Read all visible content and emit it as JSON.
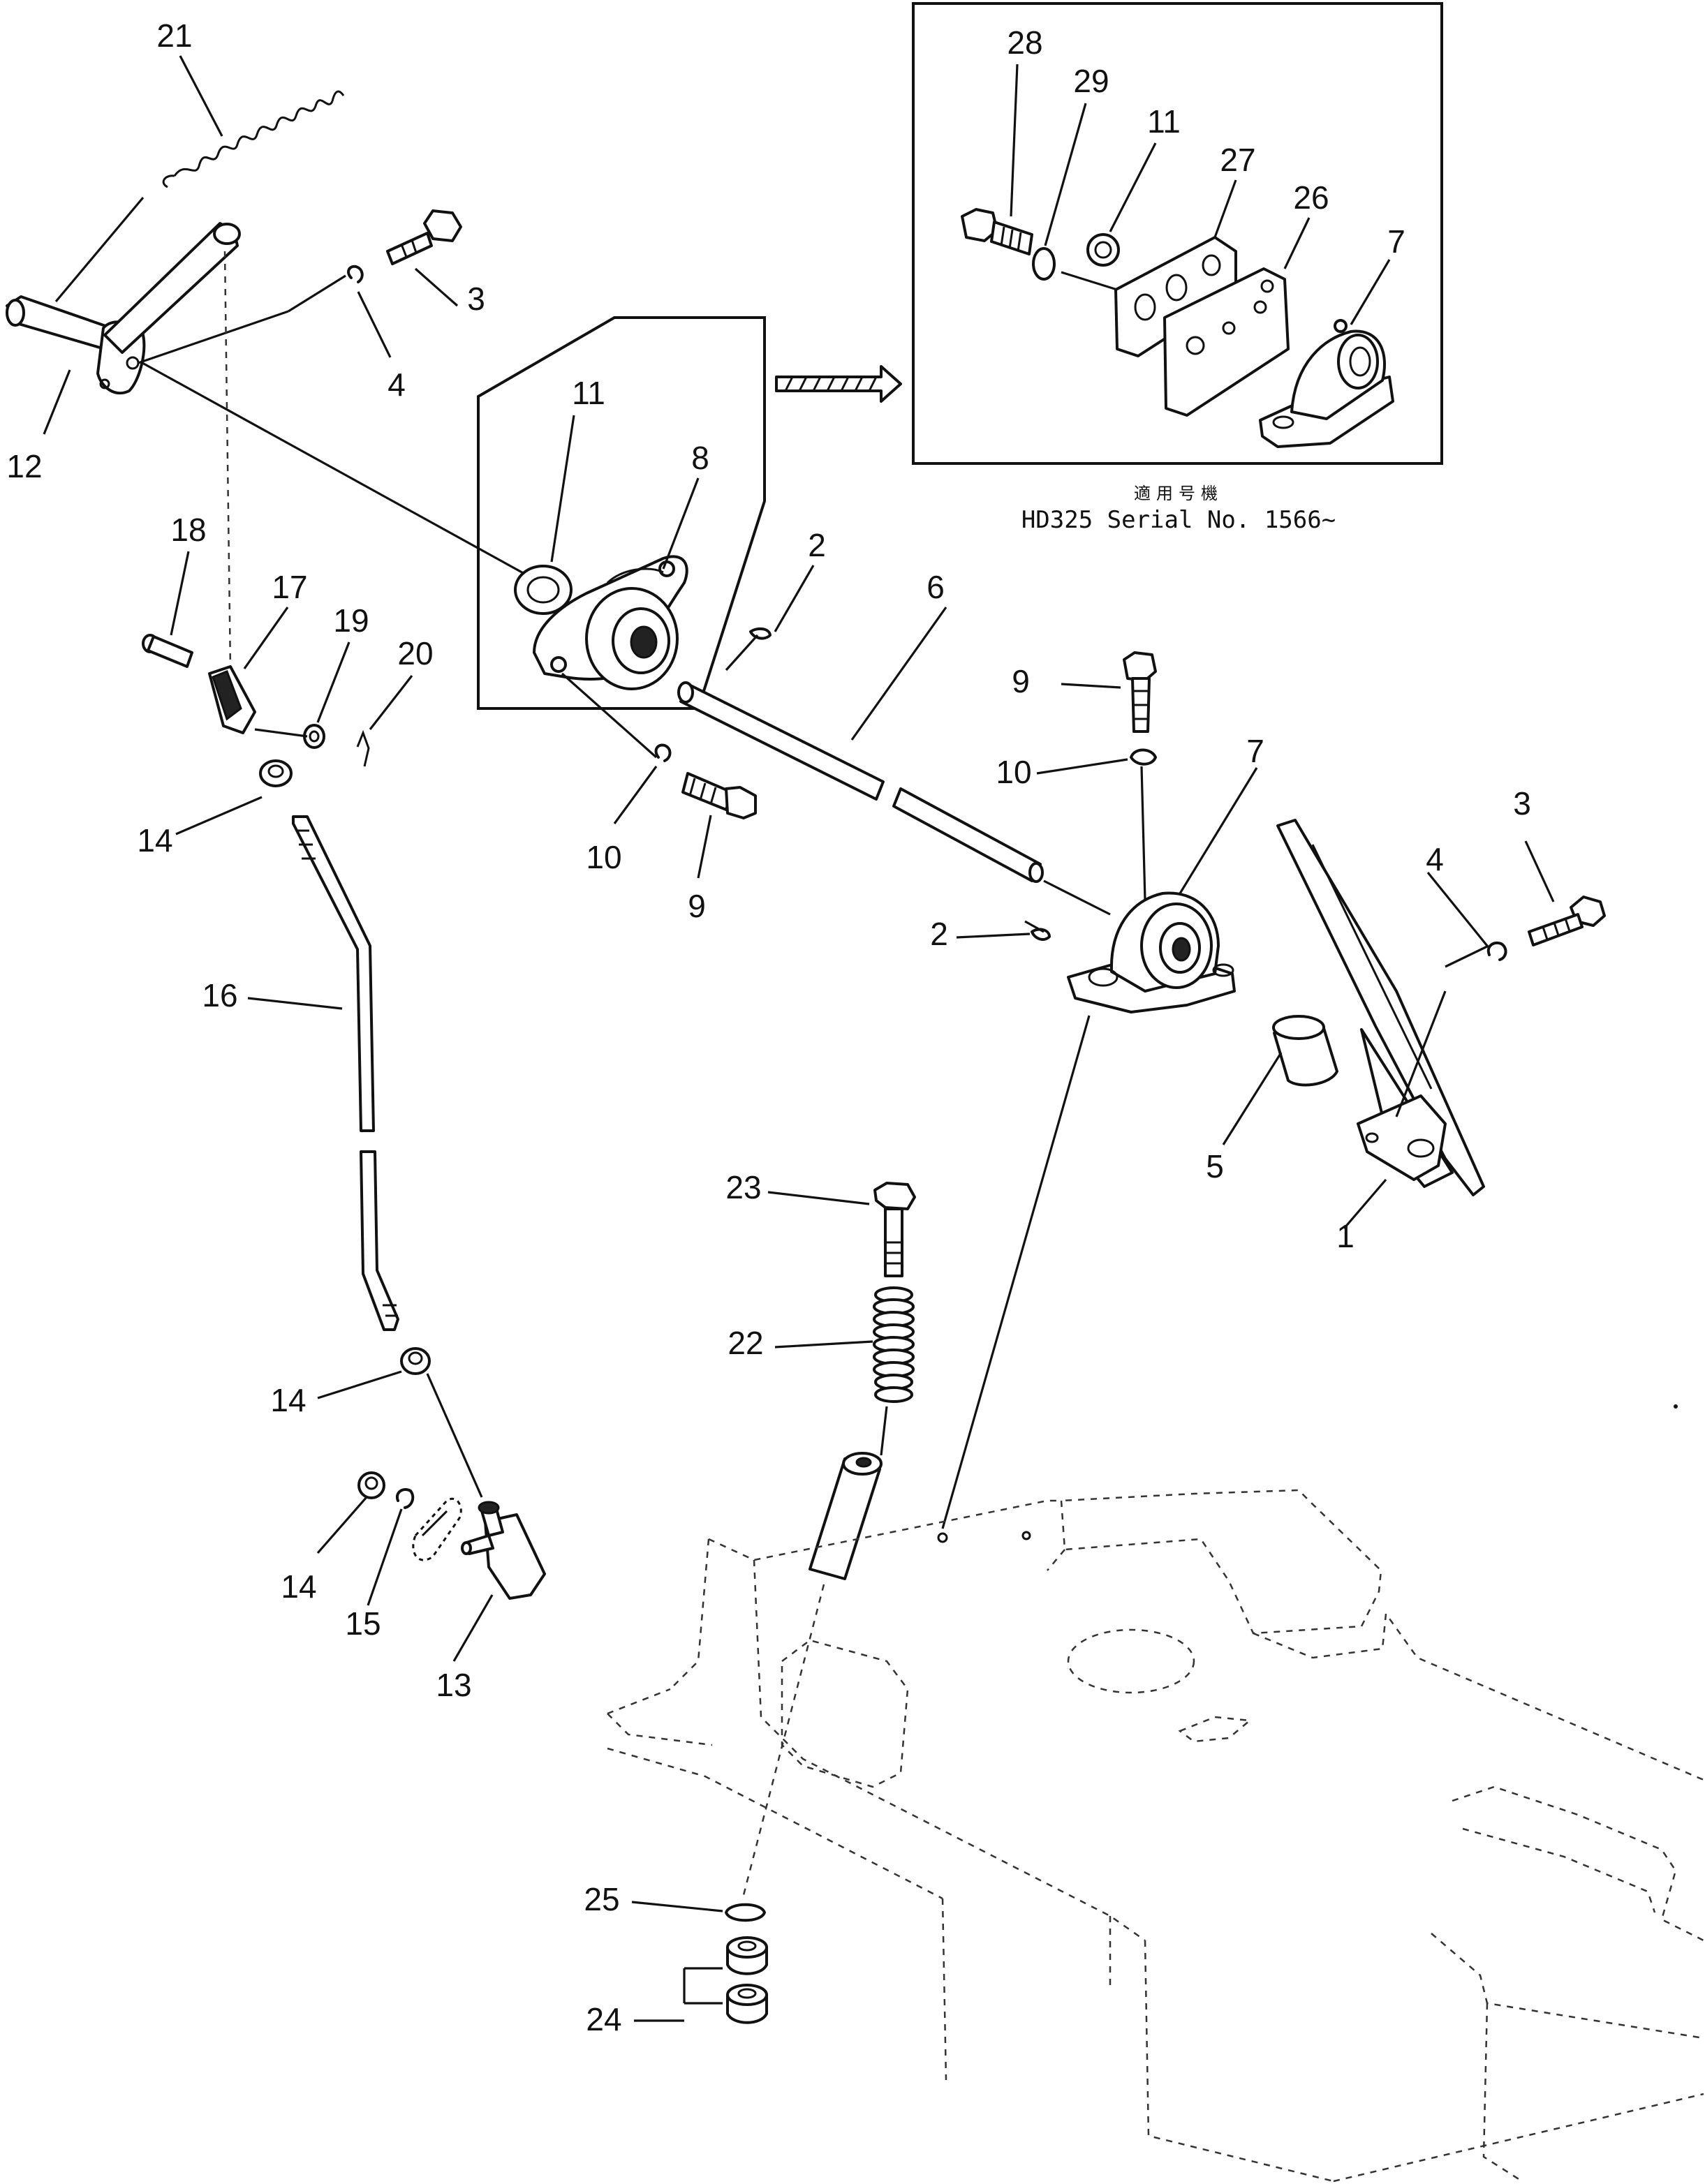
{
  "inset": {
    "caption_jp": "適用号機",
    "caption_serial": "HD325  Serial  No. 1566~"
  },
  "callouts": {
    "c1": "1",
    "c2a": "2",
    "c2b": "2",
    "c3a": "3",
    "c3b": "3",
    "c4a": "4",
    "c4b": "4",
    "c5": "5",
    "c6": "6",
    "c7a": "7",
    "c7b": "7",
    "c8": "8",
    "c9a": "9",
    "c9b": "9",
    "c10a": "10",
    "c10b": "10",
    "c11a": "11",
    "c11b": "11",
    "c12": "12",
    "c13": "13",
    "c14a": "14",
    "c14b": "14",
    "c14c": "14",
    "c15": "15",
    "c16": "16",
    "c17": "17",
    "c18": "18",
    "c19": "19",
    "c20": "20",
    "c21": "21",
    "c22": "22",
    "c23": "23",
    "c24": "24",
    "c25": "25",
    "c26": "26",
    "c27": "27",
    "c28": "28",
    "c29": "29"
  }
}
